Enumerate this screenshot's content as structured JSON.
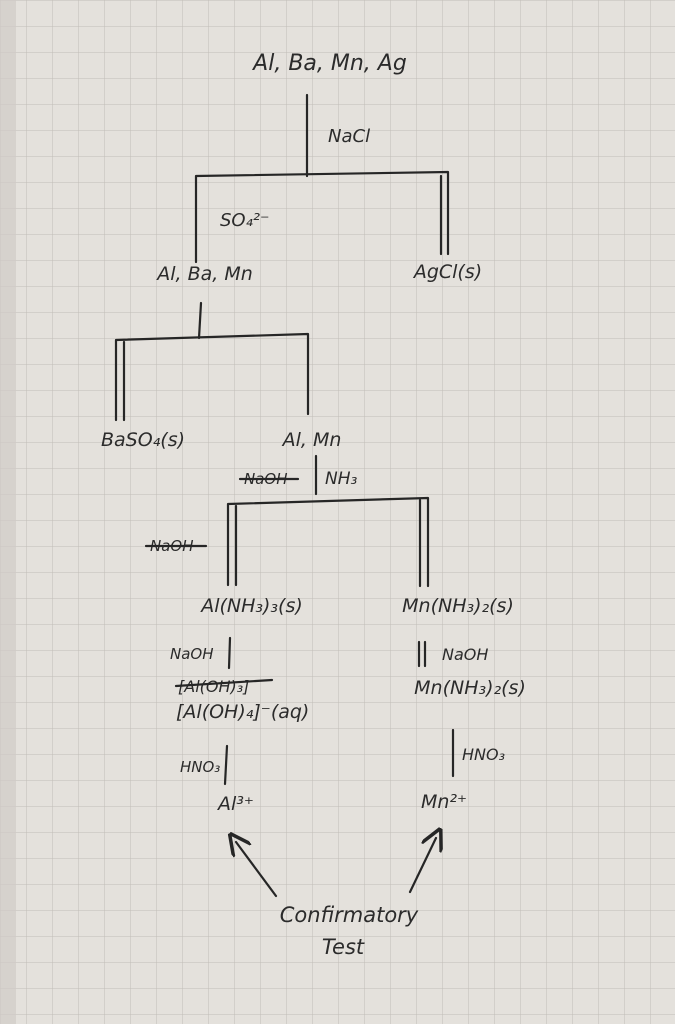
{
  "nodes": {
    "start": "Al, Ba, Mn, Ag",
    "group_al_ba_mn": "Al, Ba, Mn",
    "agcl": "AgCl(s)",
    "baso4": "BaSO₄(s)",
    "al_mn": "Al, Mn",
    "al_nh3": "Al(NH₃)₃(s)",
    "mn_nh3": "Mn(NH₃)₂(s)",
    "mn_nh3_repeat": "Mn(NH₃)₂(s)",
    "al_oh3_crossed": "[Al(OH)₃]",
    "al_oh4": "[Al(OH)₄]⁻(aq)",
    "al3": "Al³⁺",
    "mn2": "Mn²⁺"
  },
  "reagents": {
    "nacl": "NaCl",
    "so4": "SO₄²⁻",
    "naoh_crossed_top": "NaOH",
    "nh3": "NH₃",
    "naoh_crossed_left": "NaOH",
    "naoh_left": "NaOH",
    "naoh_right": "NaOH",
    "hno3_left": "HNO₃",
    "hno3_right": "HNO₃"
  },
  "note": {
    "line1": "Confirmatory",
    "line2": "Test"
  },
  "colors": {
    "paper": "#e4e1dc",
    "grid": "#c3c0ba",
    "ink": "#262626"
  }
}
